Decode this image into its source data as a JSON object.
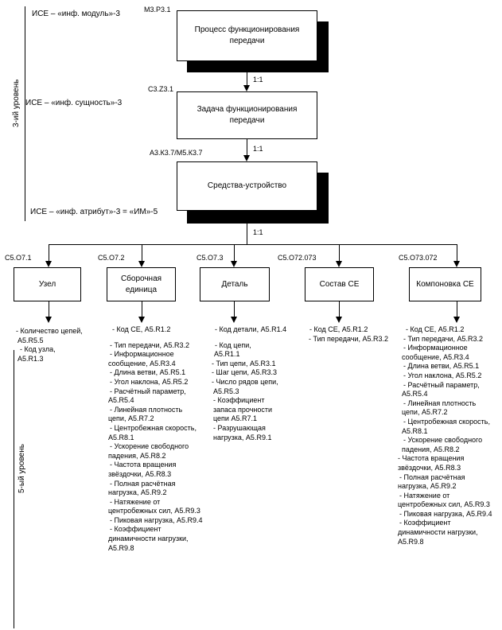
{
  "left_labels": {
    "level3": "3-ий уровень",
    "level5": "5-ый уровень",
    "ise_module": "ИСЕ – «инф. модуль»-3",
    "ise_entity": "ИСЕ – «инф. сущность»-3",
    "ise_attr": "ИСЕ – «инф. атрибут»-3 = «ИМ»-5"
  },
  "top_chain": {
    "process": {
      "code": "М3.Р3.1",
      "title_l1": "Процесс функционирования",
      "title_l2": "передачи"
    },
    "rel1": "1:1",
    "task": {
      "code": "С3.Z3.1",
      "title_l1": "Задача функционирования",
      "title_l2": "передачи"
    },
    "rel2": "1:1",
    "device": {
      "code": "А3.К3.7/М5.К3.7",
      "title": "Средства-устройство"
    },
    "rel3": "1:1"
  },
  "children": [
    {
      "code": "С5.О7.1",
      "title_l1": "Узел",
      "title_l2": "",
      "attrs": [
        "- Количество цепей,",
        "А5.R5.5",
        "- Код узла,",
        "А5.R1.3"
      ]
    },
    {
      "code": "С5.О7.2",
      "title_l1": "Сборочная",
      "title_l2": "единица",
      "attrs": [
        "- Код СЕ, А5.R1.2",
        "- Тип передачи, А5.R3.2",
        "- Информационное",
        "сообщение, А5.R3.4",
        "- Длина ветви, А5.R5.1",
        "- Угол наклона, А5.R5.2",
        "- Расчётный параметр,",
        "А5.R5.4",
        "- Линейная плотность",
        "цепи, А5.R7.2",
        "- Центробежная скорость,",
        "А5.R8.1",
        "- Ускорение свободного",
        "падения, А5.R8.2",
        "- Частота вращения",
        "звёздочки, А5.R8.3",
        "- Полная расчётная",
        "нагрузка, А5.R9.2",
        "- Натяжение от",
        "центробежных сил, А5.R9.3",
        "- Пиковая нагрузка, А5.R9.4",
        "- Коэффициент",
        "динамичности нагрузки,",
        "А5.R9.8"
      ]
    },
    {
      "code": "С5.О7.3",
      "title_l1": "Деталь",
      "title_l2": "",
      "attrs": [
        "- Код детали, А5.R1.4",
        "- Код цепи,",
        "А5.R1.1",
        "- Тип цепи, А5.R3.1",
        "- Шаг цепи, А5.R3.3",
        "- Число рядов цепи,",
        "А5.R5.3",
        "- Коэффициент",
        "запаса прочности",
        "цепи А5.R7.1",
        "- Разрушающая",
        "нагрузка, А5.R9.1"
      ]
    },
    {
      "code": "С5.О72.073",
      "title_l1": "Состав СЕ",
      "title_l2": "",
      "attrs": [
        "- Код СЕ, А5.R1.2",
        "- Тип передачи, А5.R3.2"
      ]
    },
    {
      "code": "С5.О73.072",
      "title_l1": "Компоновка СЕ",
      "title_l2": "",
      "attrs": [
        "- Код СЕ, А5.R1.2",
        "- Тип передачи, А5.R3.2",
        "- Информационное",
        "сообщение, А5.R3.4",
        "- Длина ветви, А5.R5.1",
        "- Угол наклона, А5.R5.2",
        "- Расчётный параметр,",
        "А5.R5.4",
        "- Линейная плотность",
        "цепи, А5.R7.2",
        "- Центробежная скорость,",
        "А5.R8.1",
        "- Ускорение свободного",
        "падения, А5.R8.2",
        "- Частота вращения",
        "звёздочки, А5.R8.3",
        "- Полная расчётная",
        "нагрузка, А5.R9.2",
        "- Натяжение от",
        "центробежных сил, А5.R9.3",
        "- Пиковая нагрузка, А5.R9.4",
        "- Коэффициент",
        "динамичности нагрузки,",
        "А5.R9.8"
      ]
    }
  ]
}
